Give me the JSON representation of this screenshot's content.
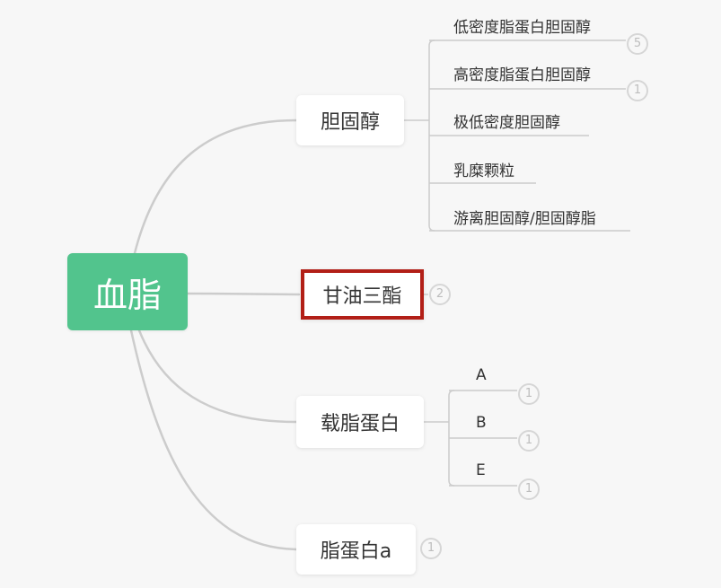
{
  "root": {
    "label": "血脂",
    "color": "#52c48d"
  },
  "branches": [
    {
      "label": "胆固醇",
      "children": [
        {
          "label": "低密度脂蛋白胆固醇",
          "count": "5"
        },
        {
          "label": "高密度脂蛋白胆固醇",
          "count": "1"
        },
        {
          "label": "极低密度胆固醇"
        },
        {
          "label": "乳糜颗粒"
        },
        {
          "label": "游离胆固醇/胆固醇脂"
        }
      ]
    },
    {
      "label": "甘油三酯",
      "count": "2",
      "selected": true,
      "selection_color": "#b21f17"
    },
    {
      "label": "载脂蛋白",
      "children": [
        {
          "label": "A",
          "count": "1"
        },
        {
          "label": "B",
          "count": "1"
        },
        {
          "label": "E",
          "count": "1"
        }
      ]
    },
    {
      "label": "脂蛋白a",
      "count": "1"
    }
  ]
}
